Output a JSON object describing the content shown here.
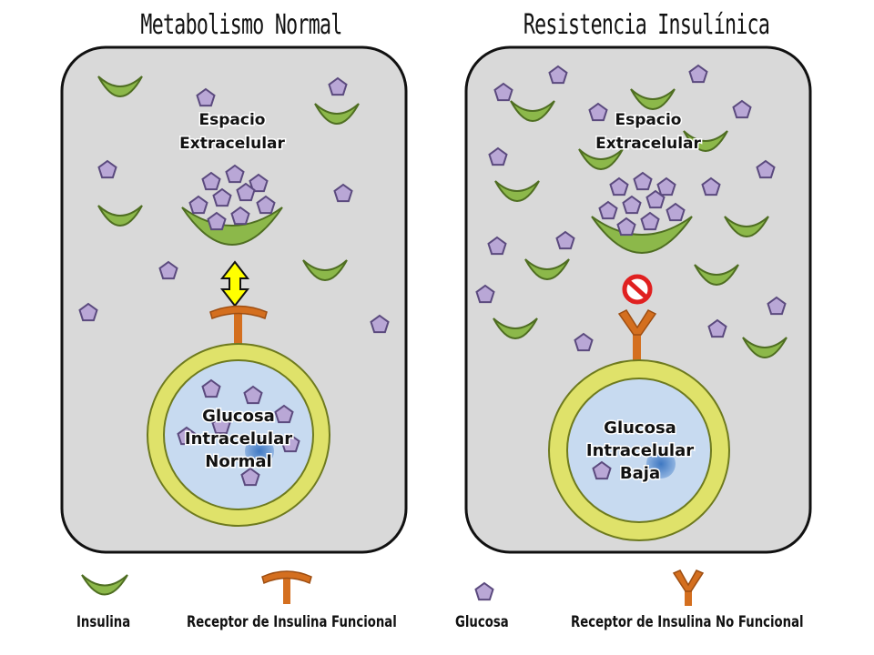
{
  "titles": {
    "left": "Metabolismo Normal",
    "right": "Resistencia Insulínica"
  },
  "panels": {
    "left": {
      "extracellular_line1": "Espacio",
      "extracellular_line2": "Extracelular",
      "cell_line1": "Glucosa",
      "cell_line2": "Intracelular",
      "cell_line3": "Normal"
    },
    "right": {
      "extracellular_line1": "Espacio",
      "extracellular_line2": "Extracelular",
      "cell_line1": "Glucosa",
      "cell_line2": "Intracelular",
      "cell_line3": "Baja"
    }
  },
  "legend": {
    "insulin": "Insulina",
    "functional_receptor": "Receptor de Insulina Funcional",
    "glucose": "Glucosa",
    "nonfunctional_receptor": "Receptor de Insulina No Funcional"
  },
  "colors": {
    "panel_fill": "#d9d9d9",
    "insulin_green": "#8cb84a",
    "glucose_purple": "#b9a7d6",
    "receptor_orange": "#d46f1f",
    "cell_membrane": "#dfe26a",
    "cytoplasm": "#c7daf0",
    "nucleus": "#4a82c9",
    "arrow_yellow": "#ffff00",
    "block_red": "#e02020"
  },
  "icons": [
    "insulin-crescent-icon",
    "glucose-pentagon-icon",
    "functional-receptor-icon",
    "nonfunctional-receptor-icon",
    "double-arrow-icon",
    "blocked-icon"
  ]
}
